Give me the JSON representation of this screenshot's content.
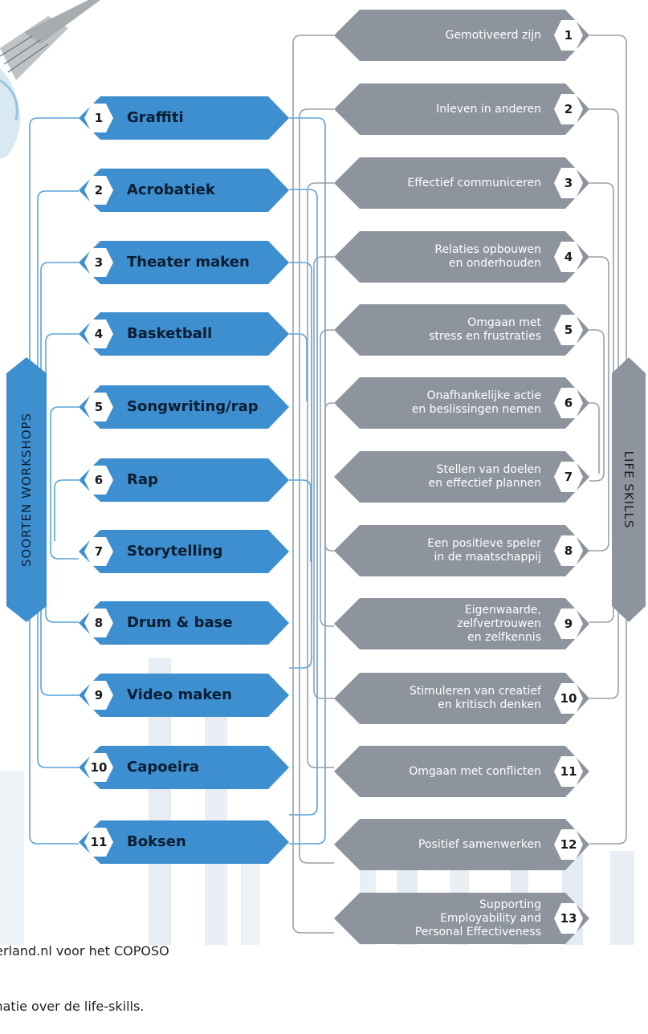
{
  "colors": {
    "workshop_blue": "#3d8fcf",
    "lifeskill_gray": "#8e949d",
    "number_bg": "#ffffff",
    "workshop_text": "#0a1d33",
    "lifeskill_text": "#ffffff"
  },
  "left_title": "SOORTEN WORKSHOPS",
  "right_title": "LIFE SKILLS",
  "workshops": [
    {
      "num": "1",
      "label": "Graffiti"
    },
    {
      "num": "2",
      "label": "Acrobatiek"
    },
    {
      "num": "3",
      "label": "Theater maken"
    },
    {
      "num": "4",
      "label": "Basketball"
    },
    {
      "num": "5",
      "label": "Songwriting/rap"
    },
    {
      "num": "6",
      "label": "Rap"
    },
    {
      "num": "7",
      "label": "Storytelling"
    },
    {
      "num": "8",
      "label": "Drum & base"
    },
    {
      "num": "9",
      "label": "Video maken"
    },
    {
      "num": "10",
      "label": "Capoeira"
    },
    {
      "num": "11",
      "label": "Boksen"
    }
  ],
  "life_skills": [
    {
      "num": "1",
      "label": "Gemotiveerd zijn"
    },
    {
      "num": "2",
      "label": "Inleven in anderen"
    },
    {
      "num": "3",
      "label": "Effectief communiceren"
    },
    {
      "num": "4",
      "label": "Relaties opbouwen\nen onderhouden"
    },
    {
      "num": "5",
      "label": "Omgaan met\nstress en frustraties"
    },
    {
      "num": "6",
      "label": "Onafhankelijke actie\nen beslissingen nemen"
    },
    {
      "num": "7",
      "label": "Stellen van doelen\nen effectief plannen"
    },
    {
      "num": "8",
      "label": "Een positieve speler\nin de maatschappij"
    },
    {
      "num": "9",
      "label": "Eigenwaarde,\nzelfvertrouwen\nen zelfkennis"
    },
    {
      "num": "10",
      "label": "Stimuleren van creatief\nen kritisch denken"
    },
    {
      "num": "11",
      "label": "Omgaan met conflicten"
    },
    {
      "num": "12",
      "label": "Positief samenwerken"
    },
    {
      "num": "13",
      "label": "Supporting\nEmployability and\nPersonal Effectiveness"
    }
  ],
  "footnote": {
    "line1": "derland.nl voor het COPOSO",
    "line2": "matie over de life-skills."
  }
}
